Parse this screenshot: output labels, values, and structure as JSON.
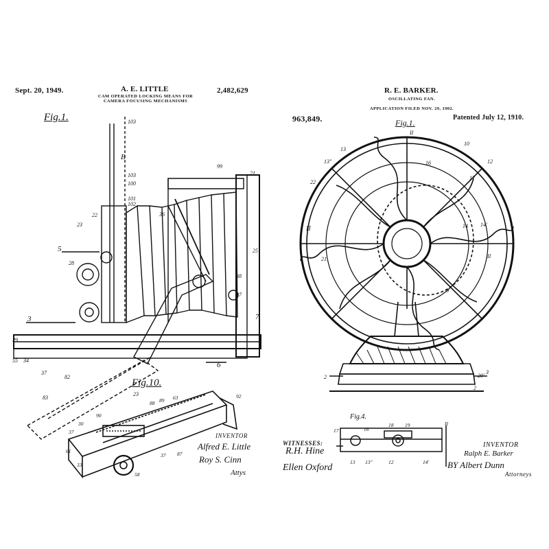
{
  "left_patent": {
    "date": "Sept. 20, 1949.",
    "inventor_name": "A. E. LITTLE",
    "number": "2,482,629",
    "title_line1": "CAM OPERATED LOCKING MEANS FOR",
    "title_line2": "CAMERA FOCUSING MECHANISMS",
    "fig1_label": "Fig.1.",
    "fig10_label": "Fig.10.",
    "inventor_heading": "INVENTOR",
    "inventor_signature": "Alfred E. Little",
    "agent_signature": "Roy S. Cinn",
    "attys": "Attys"
  },
  "right_patent": {
    "inventor_name": "R. E. BARKER.",
    "title": "OSCILLATING FAN.",
    "application": "APPLICATION FILED NOV. 29, 1902.",
    "number": "963,849.",
    "patented": "Patented July 12, 1910.",
    "fig1_label": "Fig.1.",
    "fig4_label": "Fig.4.",
    "witnesses": "WITNESSES:",
    "witness1": "R.H. Hine",
    "witness2": "Ellen Oxford",
    "inventor_heading": "INVENTOR",
    "inventor_signature": "Ralph E. Barker",
    "by_attorney": "BY Albert Dunn",
    "attorneys": "Attorneys"
  }
}
